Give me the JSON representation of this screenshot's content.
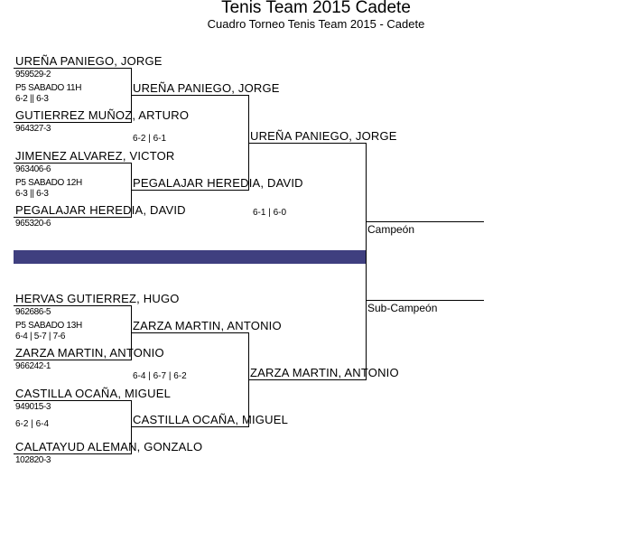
{
  "header": {
    "title": "Tenis Team 2015 Cadete",
    "subtitle": "Cuadro Torneo Tenis Team 2015 - Cadete"
  },
  "colors": {
    "divider": "#3f3f7f"
  },
  "round1": [
    {
      "p1": {
        "name": "UREÑA PANIEGO, JORGE",
        "id": "959529-2"
      },
      "p2": {
        "name": "GUTIERREZ MUÑOZ, ARTURO",
        "id": "964327-3"
      },
      "schedule": "P5 SABADO 11H",
      "score": "6-2 || 6-3"
    },
    {
      "p1": {
        "name": "JIMENEZ ALVAREZ, VICTOR",
        "id": "963406-6"
      },
      "p2": {
        "name": "PEGALAJAR HEREDIA, DAVID",
        "id": "965320-6"
      },
      "schedule": "P5 SABADO 12H",
      "score": "6-3 || 6-3"
    },
    {
      "p1": {
        "name": "HERVAS GUTIERREZ, HUGO",
        "id": "962686-5"
      },
      "p2": {
        "name": "ZARZA MARTIN, ANTONIO",
        "id": "966242-1"
      },
      "schedule": "P5 SABADO 13H",
      "score": "6-4 | 5-7 | 7-6"
    },
    {
      "p1": {
        "name": "CASTILLA OCAÑA, MIGUEL",
        "id": "949015-3"
      },
      "p2": {
        "name": "CALATAYUD ALEMAN, GONZALO",
        "id": "102820-3"
      },
      "schedule": "",
      "score": "6-2 | 6-4"
    }
  ],
  "round2": [
    {
      "p1": "UREÑA PANIEGO, JORGE",
      "p2": "PEGALAJAR HEREDIA, DAVID",
      "score": "6-2 | 6-1"
    },
    {
      "p1": "ZARZA MARTIN, ANTONIO",
      "p2": "CASTILLA OCAÑA, MIGUEL",
      "score": "6-4 | 6-7 | 6-2"
    }
  ],
  "final": {
    "p1": "UREÑA PANIEGO, JORGE",
    "p2": "ZARZA MARTIN, ANTONIO",
    "score_semi1": "6-1 | 6-0"
  },
  "results": {
    "champion_label": "Campeón",
    "runner_up_label": "Sub-Campeón"
  }
}
